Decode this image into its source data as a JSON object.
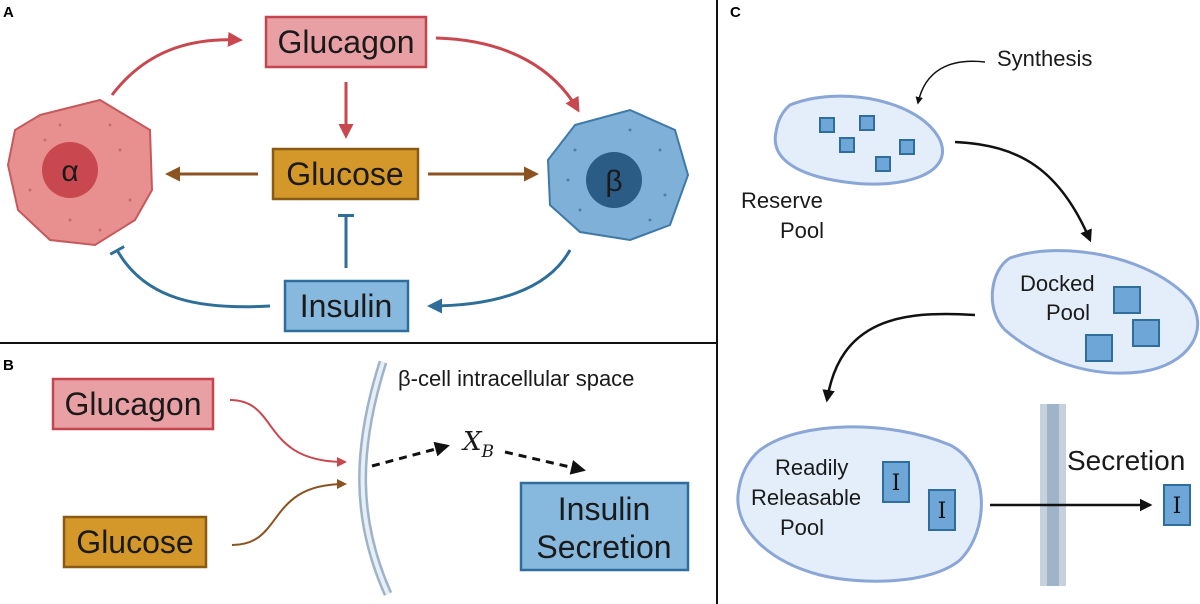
{
  "panels": {
    "a": "A",
    "b": "B",
    "c": "C"
  },
  "panel_a": {
    "glucagon": "Glucagon",
    "glucose": "Glucose",
    "insulin": "Insulin",
    "alpha": "α",
    "beta": "β"
  },
  "panel_b": {
    "space_label": "β-cell intracellular space",
    "glucagon": "Glucagon",
    "glucose": "Glucose",
    "xb_main": "X",
    "xb_sub": "B",
    "secretion_line1": "Insulin",
    "secretion_line2": "Secretion"
  },
  "panel_c": {
    "synthesis": "Synthesis",
    "reserve_line1": "Reserve",
    "reserve_line2": "Pool",
    "docked_line1": "Docked",
    "docked_line2": "Pool",
    "rrp_line1": "Readily",
    "rrp_line2": "Releasable",
    "rrp_line3": "Pool",
    "secretion": "Secretion",
    "granule_label": "I"
  },
  "colors": {
    "glucagon_fill": "#e8a0a4",
    "glucagon_stroke": "#c4454d",
    "glucose_fill": "#d4982a",
    "glucose_stroke": "#8a5a14",
    "insulin_fill": "#87b9de",
    "insulin_stroke": "#2f6d9c",
    "alpha_cell": "#e8908f",
    "beta_cell": "#7fb0d8",
    "red_arrow": "#c9474f",
    "brown_arrow": "#8a5320",
    "blue_arrow": "#2e6e98",
    "pool_fill": "#e4eefa",
    "pool_stroke": "#8aa6d6"
  }
}
